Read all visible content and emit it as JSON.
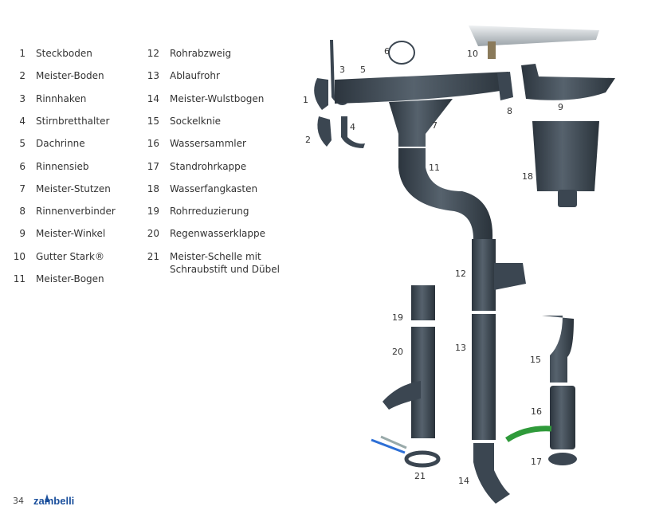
{
  "legend": {
    "col1": [
      {
        "num": "1",
        "label": "Steckboden"
      },
      {
        "num": "2",
        "label": "Meister-Boden"
      },
      {
        "num": "3",
        "label": "Rinnhaken"
      },
      {
        "num": "4",
        "label": "Stirnbretthalter"
      },
      {
        "num": "5",
        "label": "Dachrinne"
      },
      {
        "num": "6",
        "label": "Rinnensieb"
      },
      {
        "num": "7",
        "label": "Meister-Stutzen"
      },
      {
        "num": "8",
        "label": "Rinnenverbinder"
      },
      {
        "num": "9",
        "label": "Meister-Winkel"
      },
      {
        "num": "10",
        "label": "Gutter Stark®"
      },
      {
        "num": "11",
        "label": "Meister-Bogen"
      }
    ],
    "col2": [
      {
        "num": "12",
        "label": "Rohrabzweig"
      },
      {
        "num": "13",
        "label": "Ablaufrohr"
      },
      {
        "num": "14",
        "label": "Meister-Wulstbogen"
      },
      {
        "num": "15",
        "label": "Sockelknie"
      },
      {
        "num": "16",
        "label": "Wassersammler"
      },
      {
        "num": "17",
        "label": "Standrohrkappe"
      },
      {
        "num": "18",
        "label": "Wasserfangkasten"
      },
      {
        "num": "19",
        "label": "Rohrreduzierung"
      },
      {
        "num": "20",
        "label": "Regenwasserklappe"
      },
      {
        "num": "21",
        "label": "Meister-Schelle mit",
        "label2": "Schraubstift und Dübel"
      }
    ]
  },
  "callouts": {
    "c1": "1",
    "c2": "2",
    "c3": "3",
    "c4": "4",
    "c5": "5",
    "c6": "6",
    "c7": "7",
    "c8": "8",
    "c9": "9",
    "c10": "10",
    "c11": "11",
    "c12": "12",
    "c13": "13",
    "c14": "14",
    "c15": "15",
    "c16": "16",
    "c17": "17",
    "c18": "18",
    "c19": "19",
    "c20": "20",
    "c21": "21"
  },
  "footer": {
    "page_number": "34",
    "brand": "zambelli"
  },
  "colors": {
    "pipe": "#3b4651",
    "brand": "#1a4f9c"
  }
}
